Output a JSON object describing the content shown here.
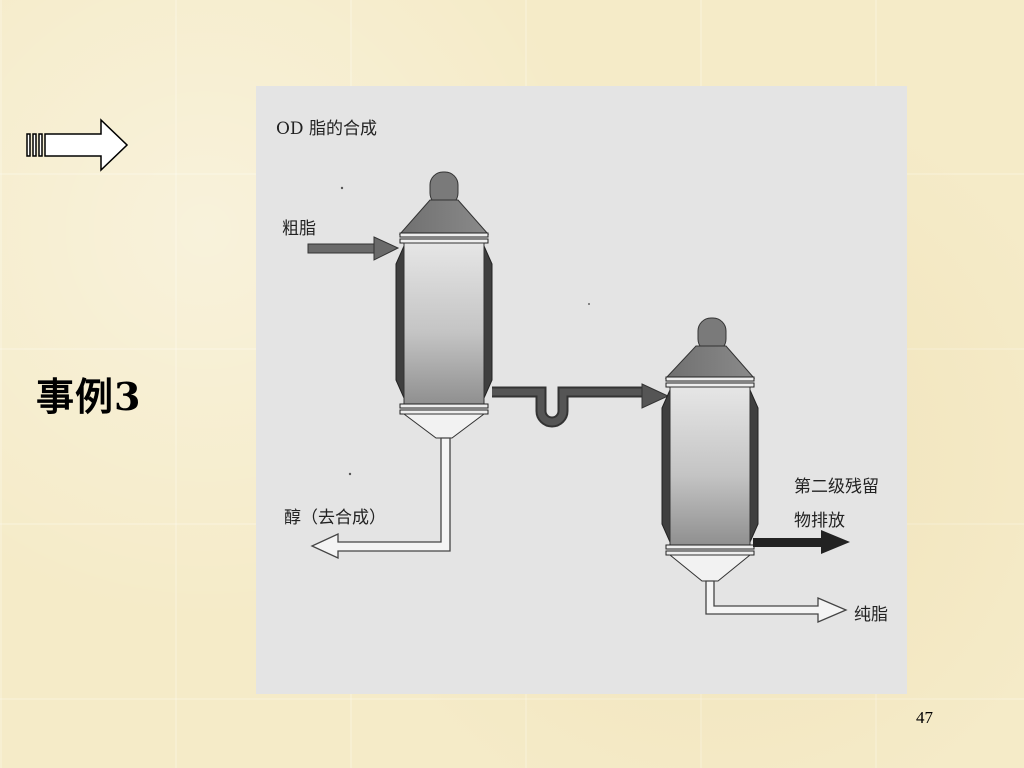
{
  "slide": {
    "title": "事例3",
    "page_number": "47"
  },
  "diagram": {
    "caption": "OD 脂的合成",
    "labels": {
      "crude_fat": "粗脂",
      "alcohol": "醇（去合成）",
      "residue_line1": "第二级残留",
      "residue_line2": "物排放",
      "pure_fat": "纯脂"
    }
  },
  "icons": {
    "nav": "right-arrow-icon"
  }
}
